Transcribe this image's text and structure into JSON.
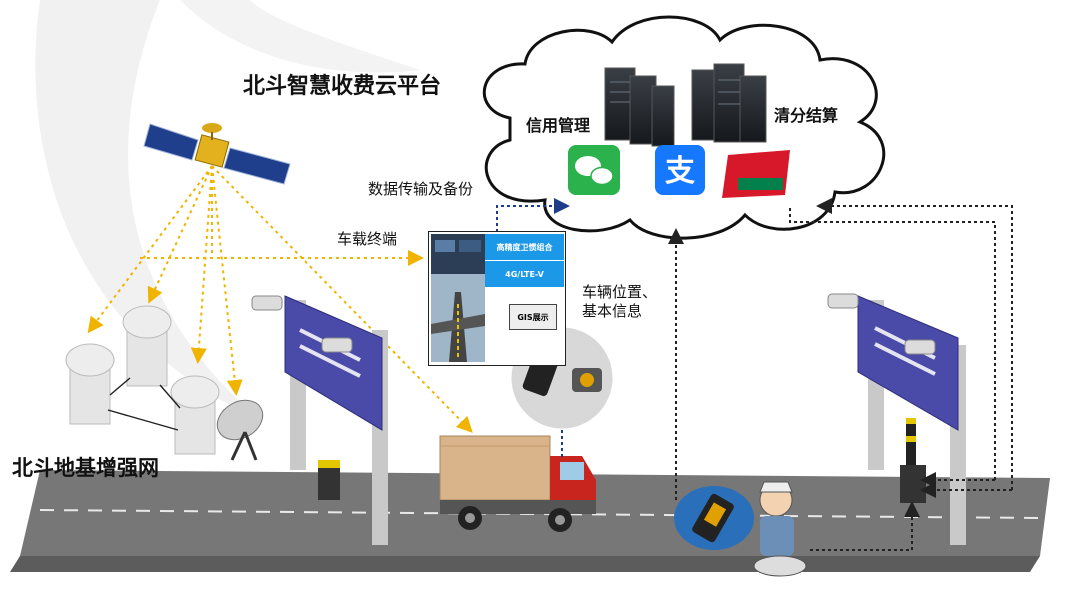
{
  "platform_title": "北斗智慧收费云平台",
  "ground_network": "北斗地基增强网",
  "cloud": {
    "credit_label": "信用管理",
    "clearing_label": "清分结算"
  },
  "data_transfer_label": "数据传输及备份",
  "terminal_label": "车载终端",
  "vehicle_info_label": "车辆位置、基本信息",
  "terminal_panel": {
    "module_1": "高精度卫惯组合",
    "module_2": "4G/LTE-V",
    "gis": "GIS展示"
  },
  "payment_icons": [
    "wechat-icon",
    "alipay-icon",
    "unionpay-icon"
  ],
  "colors": {
    "satellite_link": "#f0b400",
    "data_link": "#1f3c8a",
    "road": "#6f6f6f",
    "sign": "#4a4aa8",
    "panel_blue": "#1c98e8"
  }
}
